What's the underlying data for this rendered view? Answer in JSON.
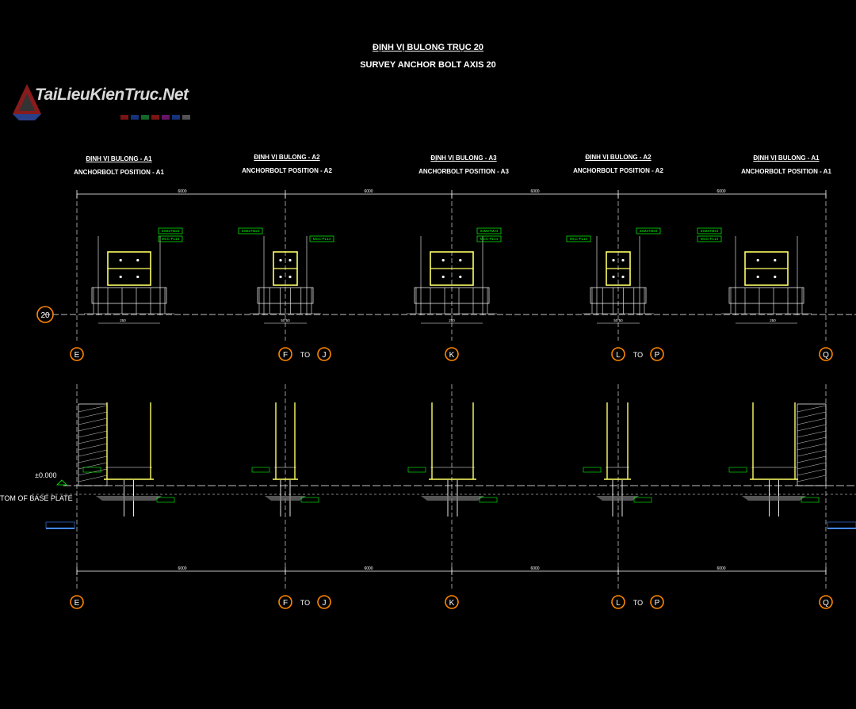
{
  "title": {
    "main": "ĐỊNH VỊ BULONG TRỤC 20",
    "sub": "SURVEY ANCHOR BOLT AXIS 20"
  },
  "logo": {
    "text": "TaiLieuKienTruc.Net",
    "colors": [
      "#cc2222",
      "#2255cc",
      "#22aa44",
      "#cc2222",
      "#aa22aa",
      "#2255cc",
      "#888888"
    ]
  },
  "details": [
    {
      "vi": "ĐỊNH VỊ BULONG - A1",
      "en": "ANCHORBOLT POSITION - A1"
    },
    {
      "vi": "ĐỊNH VỊ BULONG - A2",
      "en": "ANCHORBOLT POSITION - A2"
    },
    {
      "vi": "ĐỊNH VỊ BULONG - A3",
      "en": "ANCHORBOLT POSITION - A3"
    },
    {
      "vi": "ĐỊNH VỊ BULONG - A2",
      "en": "ANCHORBOLT POSITION - A2"
    },
    {
      "vi": "ĐỊNH VỊ BULONG - A1",
      "en": "ANCHORBOLT POSITION - A1"
    }
  ],
  "axis_row": "20",
  "grid_bubbles": [
    "E",
    "F",
    "J",
    "K",
    "L",
    "P",
    "Q"
  ],
  "to_label": "TO",
  "spacing_labels": [
    "6000",
    "6000",
    "6000",
    "6000"
  ],
  "elevation": "±0.000",
  "base_plate_label": "TOM OF BASE PLATE",
  "tags": {
    "bolt": "04M27M24",
    "plate": "MCC-PL14"
  },
  "colors": {
    "grid": "#ff8800",
    "steel": "#ffff66",
    "tag": "#00ff00",
    "line": "#ffffff",
    "arrow": "#4488ff"
  }
}
